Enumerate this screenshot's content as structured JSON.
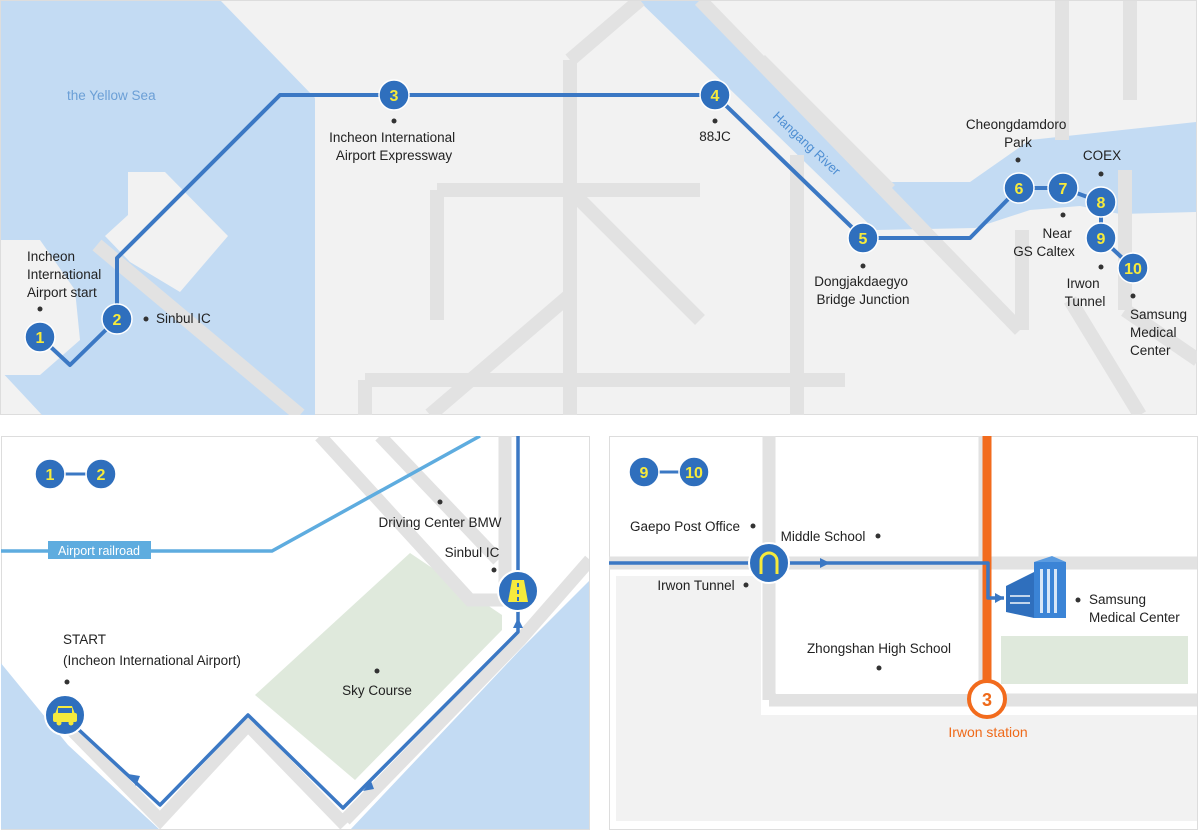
{
  "colors": {
    "water": "#c3dbf3",
    "road": "#e2e2e2",
    "route": "#3b78c4",
    "marker": "#2f6fbd",
    "marker_number": "#f6ea3c",
    "railroad": "#5eacdf",
    "subway_line": "#f26b1d",
    "park": "#dfe9dc"
  },
  "overview": {
    "water_labels": {
      "sea": "the Yellow Sea",
      "river": "Hangang River"
    },
    "stops": [
      {
        "number": "1",
        "label": [
          "Incheon",
          "International",
          "Airport start"
        ]
      },
      {
        "number": "2",
        "label": [
          "Sinbul IC"
        ]
      },
      {
        "number": "3",
        "label": [
          "Incheon International",
          "Airport Expressway"
        ]
      },
      {
        "number": "4",
        "label": [
          "88JC"
        ]
      },
      {
        "number": "5",
        "label": [
          "Dongjakdaegyo",
          "Bridge Junction"
        ]
      },
      {
        "number": "6",
        "label": [
          "Cheongdamdoro",
          "Park"
        ]
      },
      {
        "number": "7",
        "label": [
          "Near",
          "GS Caltex"
        ]
      },
      {
        "number": "8",
        "label": [
          "COEX"
        ]
      },
      {
        "number": "9",
        "label": [
          "Irwon",
          "Tunnel"
        ]
      },
      {
        "number": "10",
        "label": [
          "Samsung",
          "Medical",
          "Center"
        ]
      }
    ]
  },
  "detail_start": {
    "range": [
      "1",
      "2"
    ],
    "railroad_label": "Airport railroad",
    "places": {
      "bmw": "Driving Center BMW",
      "sinbul": "Sinbul IC",
      "start_title": "START",
      "start_sub": "(Incheon International Airport)",
      "sky": "Sky Course"
    },
    "icons": [
      "car-icon",
      "road-icon"
    ]
  },
  "detail_end": {
    "range": [
      "9",
      "10"
    ],
    "places": {
      "post": "Gaepo Post Office",
      "middle": "Middle School",
      "tunnel": "Irwon Tunnel",
      "samsung": [
        "Samsung",
        "Medical Center"
      ],
      "high": "Zhongshan High School"
    },
    "station": {
      "line_number": "3",
      "name": "Irwon station"
    },
    "icons": [
      "tunnel-icon",
      "hospital-building-icon"
    ]
  }
}
